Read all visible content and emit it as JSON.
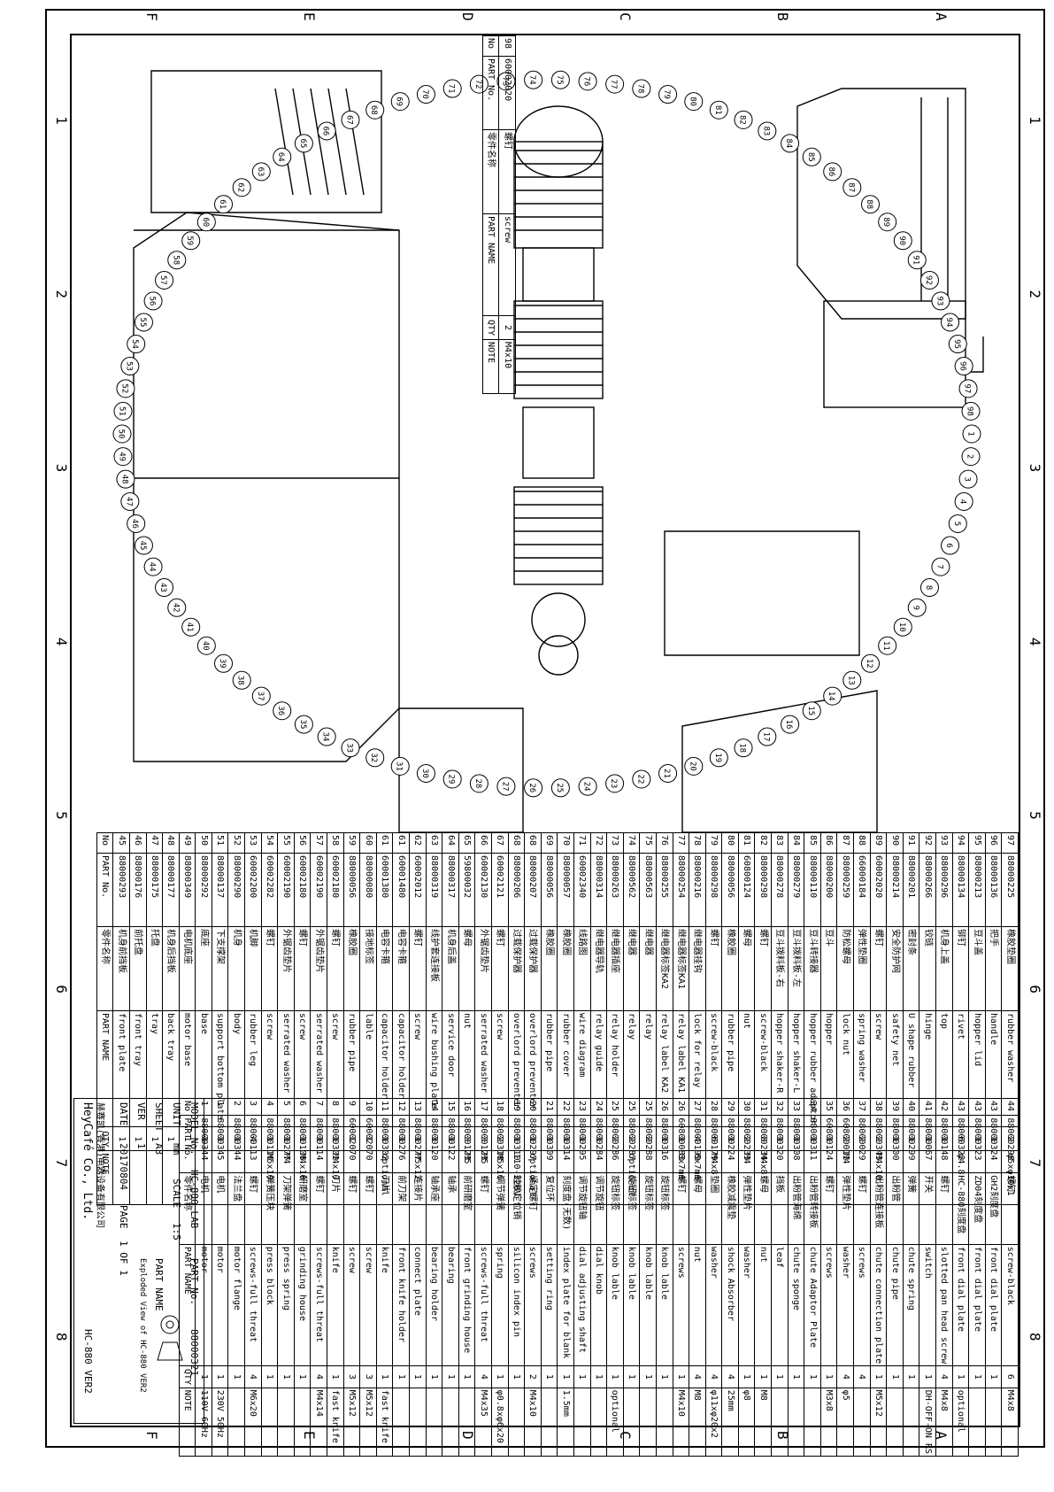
{
  "zones_top": [
    "A",
    "B",
    "C",
    "D",
    "E",
    "F"
  ],
  "zones_side": [
    "1",
    "2",
    "3",
    "4",
    "5",
    "6",
    "7",
    "8"
  ],
  "callouts": [
    "1",
    "2",
    "3",
    "4",
    "5",
    "6",
    "7",
    "8",
    "9",
    "10",
    "11",
    "12",
    "13",
    "14",
    "15",
    "16",
    "17",
    "18",
    "19",
    "20",
    "21",
    "22",
    "23",
    "24",
    "25",
    "26",
    "27",
    "28",
    "29",
    "30",
    "31",
    "32",
    "33",
    "34",
    "35",
    "36",
    "37",
    "38",
    "39",
    "40",
    "41",
    "42",
    "43",
    "44",
    "45",
    "46",
    "47",
    "48",
    "49",
    "50",
    "51",
    "52",
    "53",
    "54",
    "55",
    "56",
    "57",
    "58",
    "59",
    "60",
    "61",
    "62",
    "63",
    "64",
    "65",
    "66",
    "67",
    "68",
    "69",
    "70",
    "71",
    "72",
    "73",
    "74",
    "75",
    "76",
    "77",
    "78",
    "79",
    "80",
    "81",
    "82",
    "83",
    "84",
    "85",
    "86",
    "87",
    "88",
    "89",
    "90",
    "91",
    "92",
    "93",
    "94",
    "95",
    "96",
    "97",
    "98"
  ],
  "table_header": {
    "no": "No",
    "part_no": "PART No.",
    "cn": "零件名称",
    "part_name": "PART NAME",
    "qty": "QTY",
    "note": "NOTE"
  },
  "table_left": [
    {
      "no": "45",
      "pn": "88000293",
      "cn": "机身前挡板",
      "en": "front plate",
      "q": "1",
      "nt": ""
    },
    {
      "no": "46",
      "pn": "88000176",
      "cn": "前托盘",
      "en": "front tray",
      "q": "1",
      "nt": ""
    },
    {
      "no": "47",
      "pn": "88000175",
      "cn": "托盘",
      "en": "tray",
      "q": "1",
      "nt": ""
    },
    {
      "no": "48",
      "pn": "88000177",
      "cn": "机身后挡板",
      "en": "back tray",
      "q": "1",
      "nt": ""
    },
    {
      "no": "49",
      "pn": "88000349",
      "cn": "电机底座",
      "en": "motor base",
      "q": "1",
      "nt": ""
    },
    {
      "no": "50",
      "pn": "88000292",
      "cn": "底座",
      "en": "base",
      "q": "1",
      "nt": ""
    },
    {
      "no": "51",
      "pn": "88000137",
      "cn": "下支撑架",
      "en": "support bottom plate",
      "q": "1",
      "nt": ""
    },
    {
      "no": "52",
      "pn": "88000290",
      "cn": "机身",
      "en": "body",
      "q": "1",
      "nt": ""
    },
    {
      "no": "53",
      "pn": "60002200",
      "cn": "机脚",
      "en": "rubber leg",
      "q": "4",
      "nt": ""
    },
    {
      "no": "54",
      "pn": "60002282",
      "cn": "螺钉",
      "en": "screw",
      "q": "1",
      "nt": "M5x10"
    },
    {
      "no": "55",
      "pn": "60002190",
      "cn": "外锯齿垫片",
      "en": "serrated washer",
      "q": "1",
      "nt": "M4"
    },
    {
      "no": "56",
      "pn": "60002180",
      "cn": "螺钉",
      "en": "screw",
      "q": "1",
      "nt": "M4x10"
    },
    {
      "no": "57",
      "pn": "60002190",
      "cn": "外锯齿垫片",
      "en": "serrated washer",
      "q": "1",
      "nt": ""
    },
    {
      "no": "58",
      "pn": "60002180",
      "cn": "螺钉",
      "en": "screw",
      "q": "1",
      "nt": "M4x10"
    },
    {
      "no": "59",
      "pn": "88000056",
      "cn": "橡胶圈",
      "en": "rubber pipe",
      "q": "1",
      "nt": ""
    },
    {
      "no": "60",
      "pn": "88000080",
      "cn": "接地标签",
      "en": "lable",
      "q": "1",
      "nt": ""
    },
    {
      "no": "61",
      "pn": "60001380",
      "cn": "电容卡箍",
      "en": "capacitor holder",
      "q": "1",
      "nt": "optional"
    },
    {
      "no": "61",
      "pn": "60001480",
      "cn": "电容卡箍",
      "en": "capacitor holder",
      "q": "1",
      "nt": ""
    },
    {
      "no": "62",
      "pn": "60002012",
      "cn": "螺钉",
      "en": "screw",
      "q": "1",
      "nt": "M5x12"
    },
    {
      "no": "63",
      "pn": "88000319",
      "cn": "线护套连接板",
      "en": "wire bushing plate",
      "q": "1",
      "nt": ""
    },
    {
      "no": "64",
      "pn": "88000317",
      "cn": "机身后盖",
      "en": "service door",
      "q": "1",
      "nt": ""
    },
    {
      "no": "65",
      "pn": "59800032",
      "cn": "螺母",
      "en": "nut",
      "q": "3",
      "nt": "M5"
    },
    {
      "no": "66",
      "pn": "60002130",
      "cn": "外锯齿垫片",
      "en": "serrated washer",
      "q": "3",
      "nt": "M5"
    },
    {
      "no": "67",
      "pn": "60002121",
      "cn": "螺钉",
      "en": "screw",
      "q": "2",
      "nt": "M5x16"
    },
    {
      "no": "68",
      "pn": "88000206",
      "cn": "过载保护器",
      "en": "overlord preventer",
      "q": "1",
      "nt": "110-220V"
    },
    {
      "no": "68",
      "pn": "88000207",
      "cn": "过载保护器",
      "en": "overlord preventer",
      "q": "1",
      "nt": "optional"
    },
    {
      "no": "69",
      "pn": "88000056",
      "cn": "橡胶圈",
      "en": "rubber pipe",
      "q": "1",
      "nt": ""
    },
    {
      "no": "70",
      "pn": "88000057",
      "cn": "橡胶圈",
      "en": "rubber cover",
      "q": "1",
      "nt": ""
    },
    {
      "no": "71",
      "pn": "60002340",
      "cn": "线路图",
      "en": "wire diagram",
      "q": "1",
      "nt": ""
    },
    {
      "no": "72",
      "pn": "88000314",
      "cn": "继电器导轨",
      "en": "relay guide",
      "q": "1",
      "nt": ""
    },
    {
      "no": "73",
      "pn": "88000263",
      "cn": "继电器插座",
      "en": "relay holder",
      "q": "2",
      "nt": ""
    },
    {
      "no": "74",
      "pn": "88000562",
      "cn": "继电器",
      "en": "relay",
      "q": "2",
      "nt": "optional"
    },
    {
      "no": "75",
      "pn": "88000563",
      "cn": "继电器",
      "en": "relay",
      "q": "2",
      "nt": ""
    },
    {
      "no": "76",
      "pn": "88000255",
      "cn": "继电器标签KA2",
      "en": "relay label KA2",
      "q": "1",
      "nt": ""
    },
    {
      "no": "77",
      "pn": "88000254",
      "cn": "继电器标签KA1",
      "en": "relay label KA1",
      "q": "1",
      "nt": "8x7mm"
    },
    {
      "no": "78",
      "pn": "88000216",
      "cn": "继电器挂钩",
      "en": "lock for relay",
      "q": "4",
      "nt": "8x7mm"
    },
    {
      "no": "79",
      "pn": "88000298",
      "cn": "螺钉",
      "en": "screw-black",
      "q": "6",
      "nt": "M4x8"
    },
    {
      "no": "80",
      "pn": "88000056",
      "cn": "橡胶圈",
      "en": "rubber pipe",
      "q": "1",
      "nt": ""
    },
    {
      "no": "81",
      "pn": "60800124",
      "cn": "螺母",
      "en": "nut",
      "q": "2",
      "nt": "M4"
    },
    {
      "no": "82",
      "pn": "88000298",
      "cn": "螺钉",
      "en": "screw-black",
      "q": "8",
      "nt": "M4x8"
    },
    {
      "no": "83",
      "pn": "88000278",
      "cn": "豆斗拨料板-右",
      "en": "hopper shaker-R",
      "q": "1",
      "nt": ""
    },
    {
      "no": "84",
      "pn": "88000279",
      "cn": "豆斗拨料板-左",
      "en": "hopper shaker-L",
      "q": "1",
      "nt": ""
    },
    {
      "no": "85",
      "pn": "88000110",
      "cn": "豆斗转接器",
      "en": "hopper rubber adaptor",
      "q": "1",
      "nt": ""
    },
    {
      "no": "86",
      "pn": "88000200",
      "cn": "豆斗",
      "en": "hopper",
      "q": "1",
      "nt": ""
    },
    {
      "no": "87",
      "pn": "88000259",
      "cn": "防松螺母",
      "en": "lock nut",
      "q": "2",
      "nt": "M4"
    },
    {
      "no": "88",
      "pn": "66000184",
      "cn": "弹性垫圈",
      "en": "spring washer",
      "q": "2",
      "nt": ""
    },
    {
      "no": "89",
      "pn": "60002020",
      "cn": "螺钉",
      "en": "screw",
      "q": "2",
      "nt": "M4x10"
    },
    {
      "no": "90",
      "pn": "88000214",
      "cn": "安全防护网",
      "en": "safety net",
      "q": "1",
      "nt": ""
    },
    {
      "no": "91",
      "pn": "88000201",
      "cn": "密封条",
      "en": "U shape rubber",
      "q": "1",
      "nt": ""
    },
    {
      "no": "92",
      "pn": "88000266",
      "cn": "铰链",
      "en": "hinge",
      "q": "1",
      "nt": ""
    },
    {
      "no": "93",
      "pn": "88000296",
      "cn": "机身上盖",
      "en": "top",
      "q": "1",
      "nt": ""
    },
    {
      "no": "94",
      "pn": "88000134",
      "cn": "铆钉",
      "en": "rivet",
      "q": "6",
      "nt": "φ4.8"
    },
    {
      "no": "95",
      "pn": "88000213",
      "cn": "豆斗盖",
      "en": "hopper lid",
      "q": "1",
      "nt": ""
    },
    {
      "no": "96",
      "pn": "88000136",
      "cn": "把手",
      "en": "handle",
      "q": "1",
      "nt": ""
    },
    {
      "no": "97",
      "pn": "88000225",
      "cn": "橡胶垫圈",
      "en": "rubber washer",
      "q": "2",
      "nt": "φ5xφ10x1"
    }
  ],
  "table_right": [
    {
      "no": "1",
      "pn": "88000344",
      "cn": "电机",
      "en": "motor",
      "q": "1",
      "nt": "110V 60Hz"
    },
    {
      "no": "1",
      "pn": "88000345",
      "cn": "电机",
      "en": "motor",
      "q": "1",
      "nt": "230V 50Hz"
    },
    {
      "no": "2",
      "pn": "88000344",
      "cn": "法兰盘",
      "en": "motor flange",
      "q": "1",
      "nt": ""
    },
    {
      "no": "3",
      "pn": "88000113",
      "cn": "螺钉",
      "en": "screws-full threat",
      "q": "4",
      "nt": "M6x20"
    },
    {
      "no": "4",
      "pn": "88000116",
      "cn": "弹簧压块",
      "en": "press block",
      "q": "1",
      "nt": ""
    },
    {
      "no": "5",
      "pn": "88000277",
      "cn": "刀架弹簧",
      "en": "press spring",
      "q": "1",
      "nt": ""
    },
    {
      "no": "6",
      "pn": "88000108",
      "cn": "研磨室",
      "en": "grinding house",
      "q": "1",
      "nt": ""
    },
    {
      "no": "7",
      "pn": "88000114",
      "cn": "螺钉",
      "en": "screws-full threat",
      "q": "4",
      "nt": "M4x14"
    },
    {
      "no": "8",
      "pn": "88000302",
      "cn": "刀片",
      "en": "knife",
      "q": "1",
      "nt": "fast knife"
    },
    {
      "no": "9",
      "pn": "60002070",
      "cn": "螺钉",
      "en": "screw",
      "q": "3",
      "nt": "M5x12"
    },
    {
      "no": "10",
      "pn": "60002070",
      "cn": "螺钉",
      "en": "screw",
      "q": "3",
      "nt": "M5x12"
    },
    {
      "no": "11",
      "pn": "88000302",
      "cn": "刀片",
      "en": "knife",
      "q": "1",
      "nt": "fast knife"
    },
    {
      "no": "12",
      "pn": "88000276",
      "cn": "前刀架",
      "en": "front knife holder",
      "q": "1",
      "nt": ""
    },
    {
      "no": "13",
      "pn": "88000277",
      "cn": "连接片",
      "en": "connect plate",
      "q": "1",
      "nt": ""
    },
    {
      "no": "14",
      "pn": "88000120",
      "cn": "轴承座",
      "en": "bearing holder",
      "q": "1",
      "nt": ""
    },
    {
      "no": "15",
      "pn": "88000122",
      "cn": "轴承",
      "en": "bearing",
      "q": "1",
      "nt": ""
    },
    {
      "no": "16",
      "pn": "88000123",
      "cn": "前研磨室",
      "en": "front grinding house",
      "q": "1",
      "nt": ""
    },
    {
      "no": "17",
      "pn": "88000123",
      "cn": "螺钉",
      "en": "screws-full threat",
      "q": "4",
      "nt": "M4x35"
    },
    {
      "no": "18",
      "pn": "88000318",
      "cn": "调节弹簧",
      "en": "spring",
      "q": "1",
      "nt": "φ0.8xφ6x20"
    },
    {
      "no": "19",
      "pn": "88000310",
      "cn": "硅胶定位销",
      "en": "silicon index pin",
      "q": "1",
      "nt": ""
    },
    {
      "no": "20",
      "pn": "88000297",
      "cn": "紧定螺钉",
      "en": "screws",
      "q": "2",
      "nt": "M4x10"
    },
    {
      "no": "21",
      "pn": "88000309",
      "cn": "复位环",
      "en": "setting ring",
      "q": "1",
      "nt": ""
    },
    {
      "no": "22",
      "pn": "88000314",
      "cn": "刻度盘(无数)",
      "en": "index plate for blank",
      "q": "1",
      "nt": "1.5mm"
    },
    {
      "no": "23",
      "pn": "88000295",
      "cn": "调节旋钮轴",
      "en": "dial adjusting shaft",
      "q": "1",
      "nt": ""
    },
    {
      "no": "24",
      "pn": "88000284",
      "cn": "调节旋钮",
      "en": "dial knob",
      "q": "1",
      "nt": ""
    },
    {
      "no": "25",
      "pn": "88000286",
      "cn": "旋钮标签",
      "en": "knob lable",
      "q": "1",
      "nt": "optional"
    },
    {
      "no": "25",
      "pn": "88000287",
      "cn": "旋钮标签",
      "en": "knob lable",
      "q": "1",
      "nt": ""
    },
    {
      "no": "25",
      "pn": "88000288",
      "cn": "旋钮标签",
      "en": "knob lable",
      "q": "1",
      "nt": ""
    },
    {
      "no": "26",
      "pn": "88000316",
      "cn": "旋钮标签",
      "en": "knob lable",
      "q": "1",
      "nt": ""
    },
    {
      "no": "26",
      "pn": "60800083",
      "cn": "螺钉",
      "en": "screws",
      "q": "1",
      "nt": "M4x10"
    },
    {
      "no": "27",
      "pn": "88000199",
      "cn": "螺母",
      "en": "nut",
      "q": "4",
      "nt": "M8"
    },
    {
      "no": "28",
      "pn": "88000179",
      "cn": "垫圈",
      "en": "washer",
      "q": "4",
      "nt": "φ11xφ20x2"
    },
    {
      "no": "29",
      "pn": "88000224",
      "cn": "橡胶减震垫",
      "en": "shock Absorber",
      "q": "4",
      "nt": "25mm"
    },
    {
      "no": "30",
      "pn": "88000233",
      "cn": "弹性垫片",
      "en": "washer",
      "q": "1",
      "nt": "φ8"
    },
    {
      "no": "31",
      "pn": "88000234",
      "cn": "螺母",
      "en": "nut",
      "q": "1",
      "nt": "M8"
    },
    {
      "no": "32",
      "pn": "88000320",
      "cn": "挡板",
      "en": "leaf",
      "q": "1",
      "nt": ""
    },
    {
      "no": "33",
      "pn": "88000308",
      "cn": "出粉管海绵",
      "en": "chute sponge",
      "q": "1",
      "nt": ""
    },
    {
      "no": "34",
      "pn": "88000311",
      "cn": "出粉管转接板",
      "en": "chute Adaptor Plate",
      "q": "1",
      "nt": ""
    },
    {
      "no": "35",
      "pn": "60800124",
      "cn": "螺钉",
      "en": "screws",
      "q": "1",
      "nt": "M3x8"
    },
    {
      "no": "36",
      "pn": "60800012",
      "cn": "弹性垫片",
      "en": "washer",
      "q": "4",
      "nt": "φ5"
    },
    {
      "no": "37",
      "pn": "88000029",
      "cn": "螺钉",
      "en": "screws",
      "q": "4",
      "nt": ""
    },
    {
      "no": "38",
      "pn": "88000343",
      "cn": "出粉管连接板",
      "en": "chute connection plate",
      "q": "1",
      "nt": "M5x12"
    },
    {
      "no": "39",
      "pn": "88000300",
      "cn": "出粉管",
      "en": "chute pipe",
      "q": "1",
      "nt": ""
    },
    {
      "no": "40",
      "pn": "88000299",
      "cn": "弹簧",
      "en": "chute spring",
      "q": "1",
      "nt": ""
    },
    {
      "no": "41",
      "pn": "88000067",
      "cn": "开关",
      "en": "switch",
      "q": "1",
      "nt": "DH-OFF-ON RS"
    },
    {
      "no": "42",
      "pn": "88000148",
      "cn": "螺钉",
      "en": "slotted pan head screw",
      "q": "4",
      "nt": "M4x8"
    },
    {
      "no": "43",
      "pn": "88000322",
      "cn": "HC-880刻度盘",
      "en": "front dial plate",
      "q": "1",
      "nt": "optional"
    },
    {
      "no": "43",
      "pn": "88000323",
      "cn": "ZD04刻度盘",
      "en": "front dial plate",
      "q": "1",
      "nt": ""
    },
    {
      "no": "43",
      "pn": "88000324",
      "cn": "GH2刻度盘",
      "en": "front dial plate",
      "q": "1",
      "nt": ""
    },
    {
      "no": "44",
      "pn": "88000298",
      "cn": "螺钉",
      "en": "screw-black",
      "q": "6",
      "nt": "M4x8"
    }
  ],
  "table_98": [
    {
      "no": "98",
      "pn": "60002020",
      "cn": "螺钉",
      "en": "screw",
      "q": "2",
      "nt": "M4x10"
    }
  ],
  "title_block": {
    "model_label": "MODEL No.",
    "model": "HC-880 LAB",
    "part_no_label": "PART No.",
    "part_no": "88000321",
    "unit_label": "UNIT",
    "unit": "mm",
    "scale_label": "SCALE",
    "scale": "1:5",
    "sheet_label": "SHEET",
    "sheet": "A3",
    "part_name_label": "PART NAME",
    "part_name": "Exploded View of HC-880 VER2",
    "ver_label": "VER",
    "ver": "1",
    "date_label": "DATE",
    "date": "20170804",
    "page_label": "PAGE",
    "page": "1 OF 1",
    "company_cn": "赫赛凯(香港)电器设备有限公司",
    "company": "HeyCafé Co., Ltd.",
    "ver_tag": "HC-880 VER2"
  }
}
